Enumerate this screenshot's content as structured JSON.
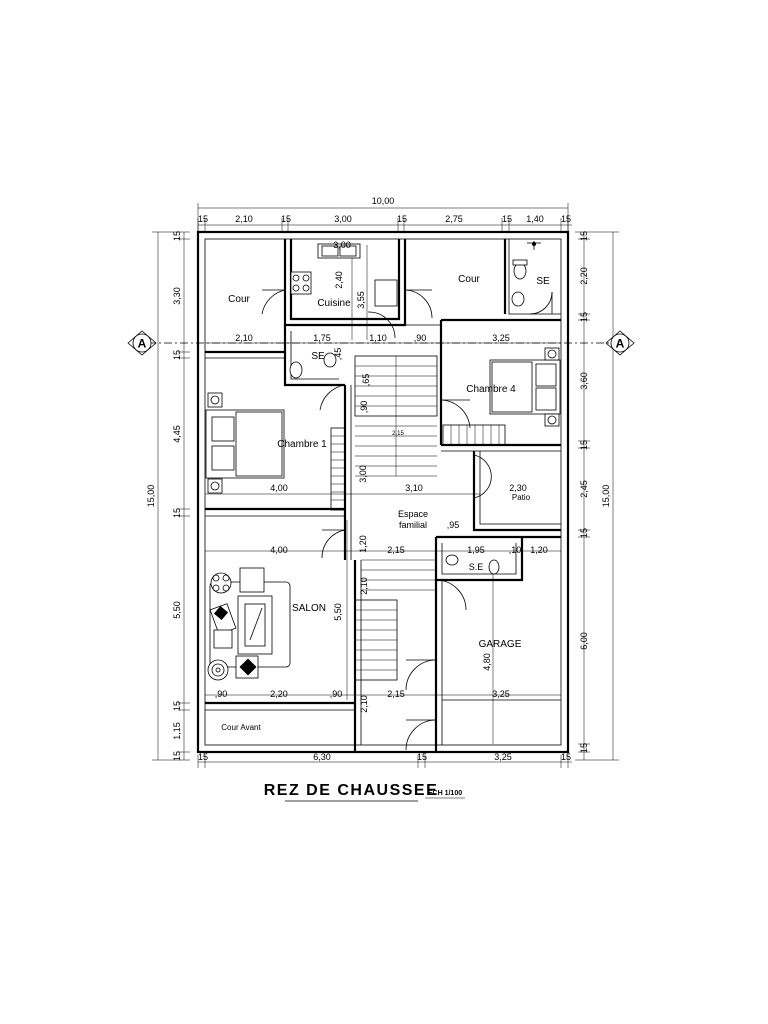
{
  "overall": {
    "width_total": "10,00",
    "height_total_left": "15,00",
    "height_total_right": "15,00"
  },
  "top_dims": [
    "15",
    "2,10",
    "15",
    "3,00",
    "15",
    "2,75",
    "15",
    "1,40",
    "15"
  ],
  "left_dims": [
    "15",
    "3,30",
    "15",
    "4,45",
    "15",
    "5,50",
    "15",
    "1,15",
    "15"
  ],
  "right_dims": [
    "15",
    "2,20",
    "15",
    "3,60",
    "15",
    "2,45",
    "15",
    "6,00",
    "15"
  ],
  "bottom_dims": [
    "15",
    "6,30",
    "15",
    "3,25",
    "15"
  ],
  "section_marker": {
    "left": "A",
    "right": "A"
  },
  "rooms": {
    "cour_left": "Cour",
    "cuisine": "Cuisine",
    "cour_right": "Cour",
    "se_top_right": "SE",
    "se_middle": "SE",
    "chambre1": "Chambre 1",
    "chambre4": "Chambre 4",
    "patio": "Patio",
    "espace_familial_1": "Espace",
    "espace_familial_2": "familial",
    "se_garage": "S.E",
    "salon": "SALON",
    "garage": "GARAGE",
    "cour_avant": "Cour Avant"
  },
  "inner_dims": {
    "kitchen_w": "3,00",
    "kitchen_h1": "2,40",
    "kitchen_h2": "3,55",
    "row1_a": "2,10",
    "row1_b": "1,75",
    "row1_c": "1,10",
    "row1_d": ",90",
    "row1_e": "3,25",
    "se_w": ",65",
    "se_h": ",45",
    "stair_w": ",90",
    "stair_mid": "2,15",
    "stair_run": "3,00",
    "ch1_w": "4,00",
    "esp_w": "3,10",
    "patio_w": "2,30",
    "esp_door": ",95",
    "salon_w": "4,00",
    "esp_row": "1,20",
    "esp_row2": "2,15",
    "se_row_a": "1,95",
    "se_row_b": ",10",
    "se_row_c": "1,20",
    "salon_h": "5,50",
    "stair2": "2,10",
    "garage_h": "4,80",
    "bot_a": ",90",
    "bot_b": "2,20",
    "bot_c": ",90",
    "bot_d": "2,15",
    "bot_e": "3,25",
    "stair3": "2,10"
  },
  "title": "REZ DE CHAUSSEE",
  "scale": "ECH 1/100"
}
